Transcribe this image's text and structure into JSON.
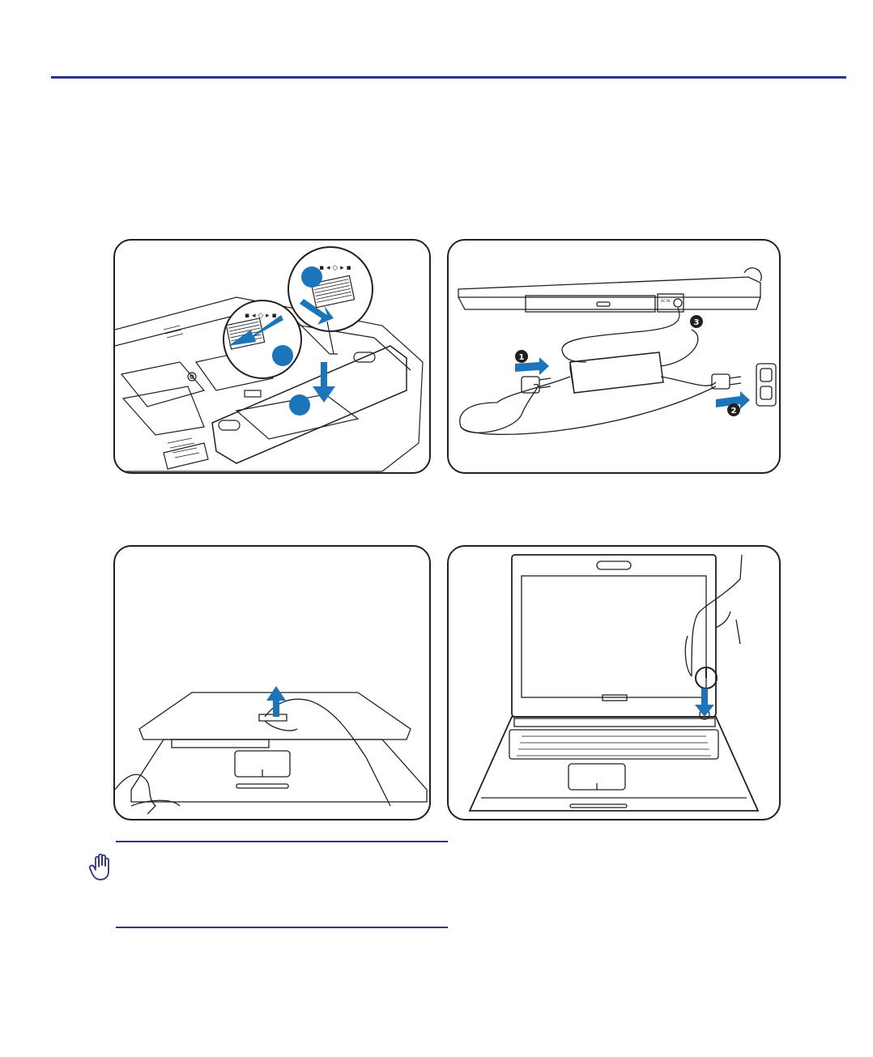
{
  "page": {
    "accent_color": "#2e3192",
    "callout_color": "#1b75bb"
  },
  "panels": [
    {
      "id": "battery-install",
      "markers": [
        "",
        "",
        ""
      ]
    },
    {
      "id": "ac-power-connect",
      "markers": [
        "1",
        "2",
        "3"
      ],
      "port_label": "DC IN"
    },
    {
      "id": "open-lid",
      "markers": []
    },
    {
      "id": "power-on",
      "markers": []
    }
  ],
  "note": {
    "icon": "hand-stop-icon",
    "text": ""
  }
}
